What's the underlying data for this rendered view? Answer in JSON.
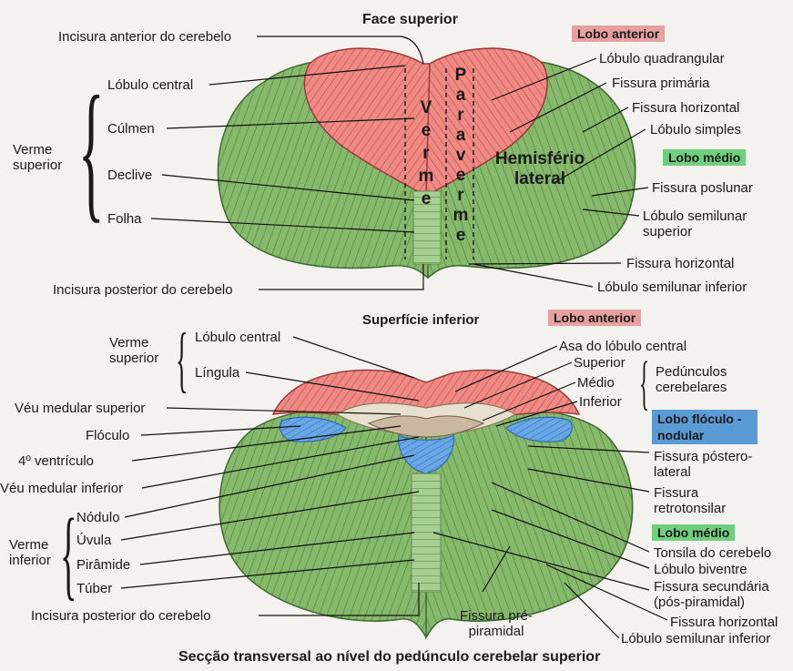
{
  "superior": {
    "title": "Face superior",
    "lobo_anterior": "Lobo anterior",
    "lobo_medio": "Lobo médio",
    "verme_superior": "Verme superior",
    "verme_letters": [
      "V",
      "e",
      "r",
      "m",
      "e"
    ],
    "paraverme_letters": [
      "P",
      "a",
      "r",
      "a",
      "v",
      "e",
      "r",
      "m",
      "e"
    ],
    "hemisferio": "Hemisfério lateral",
    "left_labels": {
      "incisura_anterior": "Incisura anterior do cerebelo",
      "lobulo_central": "Lóbulo central",
      "culmen": "Cúlmen",
      "declive": "Declive",
      "folha": "Folha",
      "incisura_posterior": "Incisura posterior do cerebelo"
    },
    "right_labels": {
      "lobulo_quadrangular": "Lóbulo quadrangular",
      "fissura_primaria": "Fissura primária",
      "fissura_horizontal": "Fissura horizontal",
      "lobulo_simples": "Lóbulo simples",
      "fissura_poslunar": "Fissura poslunar",
      "lobulo_semilunar_superior": "Lóbulo semilunar superior",
      "fissura_horizontal_2": "Fissura horizontal",
      "lobulo_semilunar_inferior": "Lóbulo semilunar inferior"
    }
  },
  "inferior": {
    "title": "Superfície inferior",
    "lobo_anterior": "Lobo anterior",
    "lobo_flocul": "Lobo flóculo -nodular",
    "lobo_medio": "Lobo médio",
    "verme_superior": "Verme superior",
    "verme_inferior": "Verme inferior",
    "pedunculos": "Pedúnculos cerebelares",
    "left_labels": {
      "lobulo_central": "Lóbulo central",
      "lingula": "Língula",
      "veu_superior": "Véu medular superior",
      "floculo": "Flóculo",
      "ventriculo": "4º ventrículo",
      "veu_inferior": "Véu medular inferior",
      "nodulo": "Nódulo",
      "uvula": "Úvula",
      "piramide": "Pirâmide",
      "tuber": "Túber",
      "incisura_posterior": "Incisura posterior do cerebelo"
    },
    "right_labels": {
      "asa": "Asa do lóbulo central",
      "superior": "Superior",
      "medio": "Médio",
      "inferior": "Inferior",
      "fissura_postero": "Fissura póstero-lateral",
      "fissura_retro": "Fissura retrotonsilar",
      "tonsila": "Tonsila do cerebelo",
      "biventre": "Lóbulo biventre",
      "fissura_secundaria": "Fissura secundária (pós-piramidal)",
      "fissura_horizontal": "Fissura horizontal",
      "semilunar_inferior": "Lóbulo semilunar inferior",
      "fissura_pre": "Fissura pré-piramidal"
    }
  },
  "caption": "Secção transversal ao nível do pedúnculo cerebelar superior",
  "colors": {
    "anterior": "#e8a0a0",
    "medio": "#6fcf7f",
    "flocul": "#5b9bd5",
    "green_tissue": "#7fb56a",
    "red_tissue": "#e06a6a",
    "blue_tissue": "#4f8fd8"
  }
}
